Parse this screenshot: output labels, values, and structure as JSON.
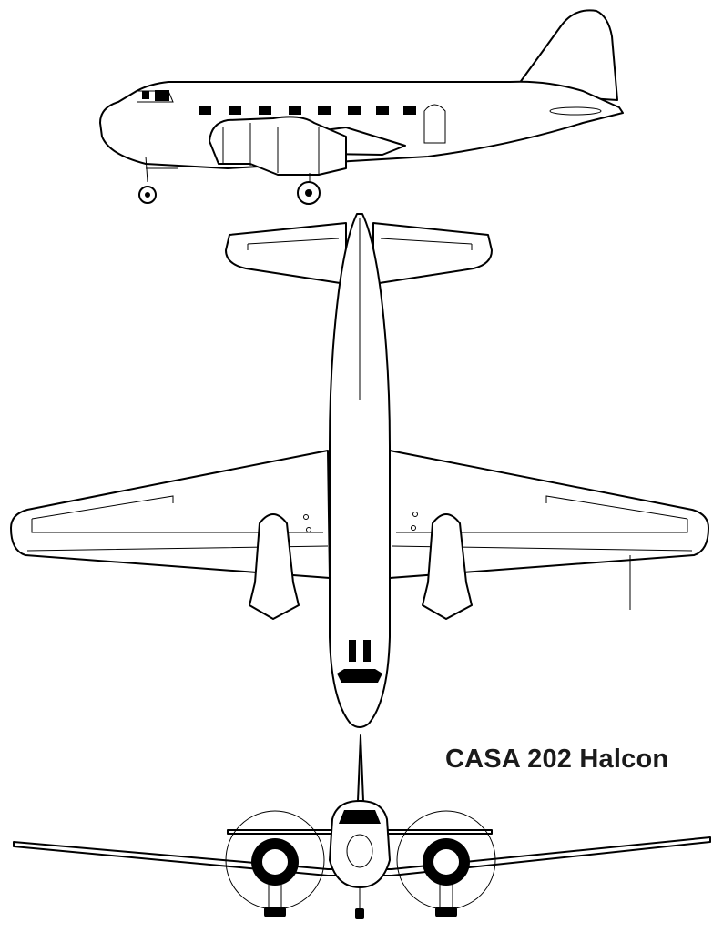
{
  "title": "CASA 202 Halcon",
  "views": [
    "side-view",
    "top-view",
    "front-view"
  ],
  "colors": {
    "line": "#000000",
    "background": "#ffffff",
    "title": "#1a1a1a"
  }
}
